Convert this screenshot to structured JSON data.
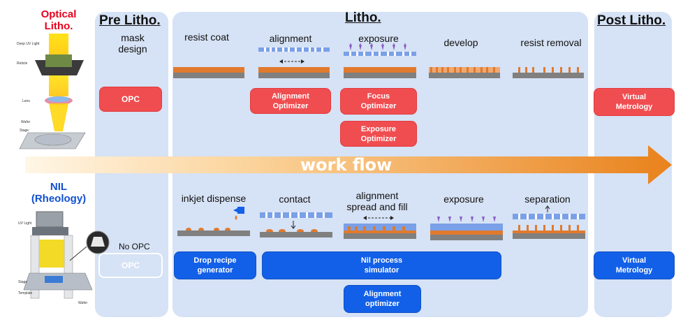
{
  "left": {
    "optical_label": "Optical\nLitho.",
    "nil_label": "NIL\n(Rheology)",
    "optical_parts": [
      "Deep UV Light",
      "Reticle",
      "Lens",
      "Stage",
      "Wafer"
    ],
    "nil_parts": [
      "UV Light",
      "Stage",
      "Template",
      "Wafer"
    ]
  },
  "panels": {
    "pre": "Pre Litho.",
    "litho": "Litho.",
    "post": "Post Litho."
  },
  "optical_steps": {
    "mask_design": "mask\ndesign",
    "resist_coat": "resist  coat",
    "alignment": "alignment",
    "exposure": "exposure",
    "develop": "develop",
    "resist_removal": "resist  removal"
  },
  "optical_tools": {
    "opc": "OPC",
    "alignment_optimizer": "Alignment\nOptimizer",
    "focus_optimizer": "Focus\nOptimizer",
    "exposure_optimizer": "Exposure\nOptimizer",
    "virtual_metrology": "Virtual\nMetrology"
  },
  "workflow_label": "work flow",
  "nil_steps": {
    "inkjet": "inkjet dispense",
    "contact": "contact",
    "align_spread": "alignment\nspread and fill",
    "exposure": "exposure",
    "separation": "separation"
  },
  "nil_tools": {
    "no_opc": "No OPC",
    "opc": "OPC",
    "drop_recipe": "Drop recipe\ngenerator",
    "nil_sim": "Nil process\nsimulator",
    "alignment_optimizer": "Alignment\noptimizer",
    "virtual_metrology": "Virtual\nMetrology"
  },
  "colors": {
    "panel": "#d6e2f5",
    "red": "#f04d50",
    "blue": "#1360e8",
    "resist": "#e07a2e",
    "substrate": "#808080",
    "mask": "#7aa0e8",
    "arrow": "#f28a24",
    "optical_label": "#e8001c",
    "nil_label": "#1150d0"
  }
}
